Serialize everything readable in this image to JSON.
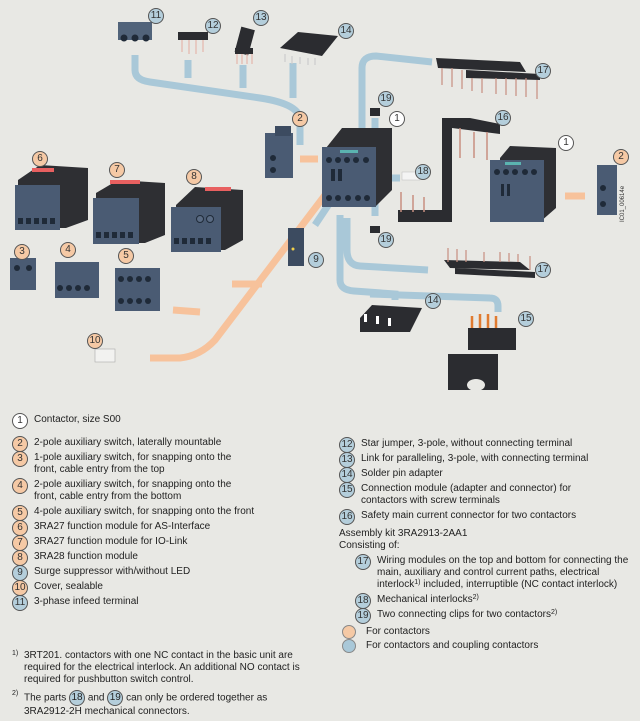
{
  "colors": {
    "background": "#e8e8e4",
    "contactor_route": "#f7c29b",
    "coupling_route": "#a9c8d8",
    "device_dark": "#2e2f33",
    "device_blue": "#4a5b73",
    "badge_orange": "#f5c9a5",
    "badge_blue": "#b4cedb",
    "badge_white": "#ffffff"
  },
  "image_id_label": "IC01_00614e",
  "diagram_badges": [
    {
      "n": "11",
      "kind": "blue"
    },
    {
      "n": "12",
      "kind": "blue"
    },
    {
      "n": "13",
      "kind": "blue"
    },
    {
      "n": "14",
      "kind": "blue"
    },
    {
      "n": "17",
      "kind": "blue"
    },
    {
      "n": "19",
      "kind": "blue"
    },
    {
      "n": "1",
      "kind": "white"
    },
    {
      "n": "2",
      "kind": "orange"
    },
    {
      "n": "16",
      "kind": "blue"
    },
    {
      "n": "1",
      "kind": "white"
    },
    {
      "n": "2",
      "kind": "orange"
    },
    {
      "n": "6",
      "kind": "orange"
    },
    {
      "n": "7",
      "kind": "orange"
    },
    {
      "n": "8",
      "kind": "orange"
    },
    {
      "n": "18",
      "kind": "blue"
    },
    {
      "n": "3",
      "kind": "orange"
    },
    {
      "n": "4",
      "kind": "orange"
    },
    {
      "n": "5",
      "kind": "orange"
    },
    {
      "n": "9",
      "kind": "blue"
    },
    {
      "n": "19",
      "kind": "blue"
    },
    {
      "n": "17",
      "kind": "blue"
    },
    {
      "n": "14",
      "kind": "blue"
    },
    {
      "n": "15",
      "kind": "blue"
    },
    {
      "n": "10",
      "kind": "orange"
    }
  ],
  "legend_left": [
    {
      "n": "1",
      "kind": "white",
      "text": "Contactor, size S00"
    },
    {
      "n": "2",
      "kind": "orange",
      "text": "2-pole auxiliary switch, laterally mountable"
    },
    {
      "n": "3",
      "kind": "orange",
      "text": "1-pole auxiliary switch, for snapping onto the front, cable entry from the top"
    },
    {
      "n": "4",
      "kind": "orange",
      "text": "2-pole auxiliary switch, for snapping onto the front, cable entry from the bottom"
    },
    {
      "n": "5",
      "kind": "orange",
      "text": "4-pole auxiliary switch, for snapping onto the front"
    },
    {
      "n": "6",
      "kind": "orange",
      "text": "3RA27 function module for AS-Interface"
    },
    {
      "n": "7",
      "kind": "orange",
      "text": "3RA27 function module for IO-Link"
    },
    {
      "n": "8",
      "kind": "orange",
      "text": "3RA28 function module"
    },
    {
      "n": "9",
      "kind": "blue",
      "text": "Surge suppressor with/without LED"
    },
    {
      "n": "10",
      "kind": "orange",
      "text": "Cover, sealable"
    },
    {
      "n": "11",
      "kind": "blue",
      "text": "3-phase infeed terminal"
    }
  ],
  "legend_right": [
    {
      "n": "12",
      "kind": "blue",
      "text": "Star jumper, 3-pole, without connecting terminal"
    },
    {
      "n": "13",
      "kind": "blue",
      "text": "Link for paralleling, 3-pole, with connecting terminal"
    },
    {
      "n": "14",
      "kind": "blue",
      "text": "Solder pin adapter"
    },
    {
      "n": "15",
      "kind": "blue",
      "text": "Connection module (adapter and connector) for contactors with screw terminals"
    },
    {
      "n": "16",
      "kind": "blue",
      "text": "Safety main current connector for two contactors"
    }
  ],
  "assembly_kit": {
    "title": "Assembly kit 3RA2913-2AA1",
    "subtitle": "Consisting of:",
    "items": [
      {
        "n": "17",
        "kind": "blue",
        "text": "Wiring modules on the top and bottom for connecting the main, auxiliary and control current paths, electrical interlock",
        "sup": "1)",
        "text_after": " included, interruptible (NC contact interlock)"
      },
      {
        "n": "18",
        "kind": "blue",
        "text": "Mechanical interlocks",
        "sup": "2)",
        "text_after": ""
      },
      {
        "n": "19",
        "kind": "blue",
        "text": "Two connecting clips for two contactors",
        "sup": "2)",
        "text_after": ""
      }
    ]
  },
  "footnotes": {
    "f1": {
      "mark": "1)",
      "text": "3RT201. contactors with one NC contact in the basic unit are required for the electrical interlock. An additional NO contact is required for pushbutton switch control."
    },
    "f2": {
      "mark": "2)",
      "pre": "The parts",
      "a": "18",
      "mid": "and",
      "b": "19",
      "post": "can only be ordered together as 3RA2912-2H mechanical connectors."
    }
  },
  "color_key": [
    {
      "label": "For contactors",
      "color": "#f5c9a5"
    },
    {
      "label": "For contactors and coupling contactors",
      "color": "#a9c8d8"
    }
  ]
}
